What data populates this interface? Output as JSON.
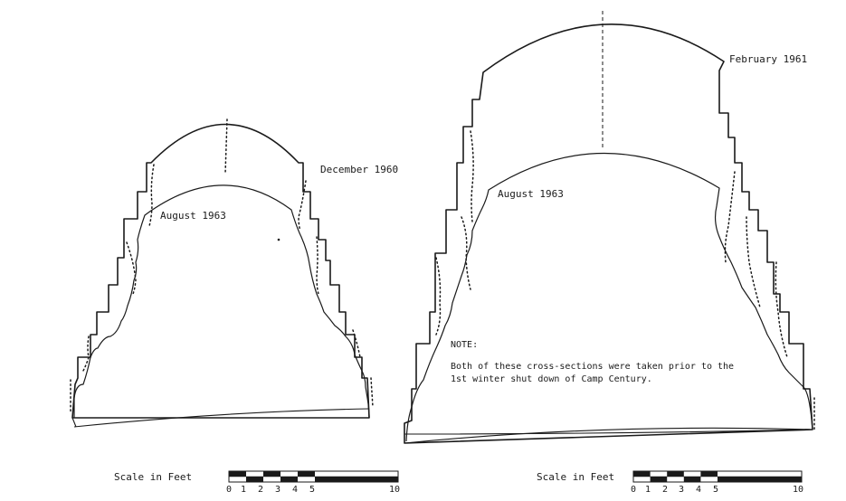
{
  "left_section": {
    "outer_label": "December 1960",
    "inner_label": "August 1963"
  },
  "right_section": {
    "outer_label": "February 1961",
    "inner_label": "August 1963",
    "note_title": "NOTE:",
    "note_line1": "Both of these cross-sections were taken prior to the",
    "note_line2": "1st winter shut down of Camp Century."
  },
  "scale_left": {
    "title": "Scale in Feet",
    "ticks": [
      "0",
      "1",
      "2",
      "3",
      "4",
      "5",
      "10"
    ]
  },
  "scale_right": {
    "title": "Scale in Feet",
    "ticks": [
      "0",
      "1",
      "2",
      "3",
      "4",
      "5",
      "10"
    ]
  }
}
